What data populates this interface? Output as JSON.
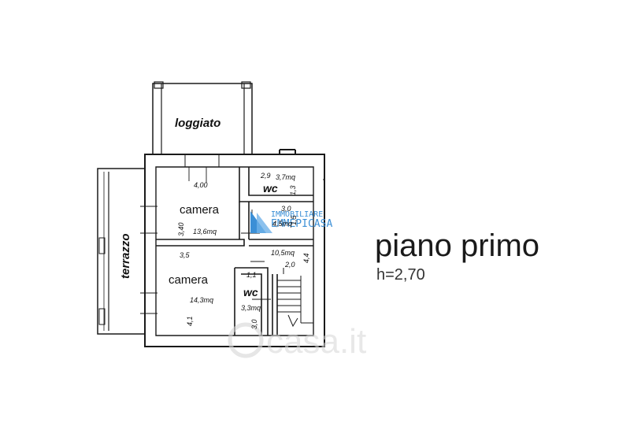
{
  "title": "piano primo",
  "height_label": "h=2,70",
  "brand": {
    "line1": "IMMOBILIARE",
    "line2": "EMMEPICASA",
    "color": "#3b8fd6"
  },
  "watermark": "casa.it",
  "areas": {
    "loggiato": "loggiato",
    "terrazzo": "terrazzo"
  },
  "rooms": {
    "camera1": {
      "label": "camera",
      "dim_top": "4,00",
      "dim_side": "3,40",
      "area": "13,6mq"
    },
    "camera2": {
      "label": "camera",
      "dim_top": "3,5",
      "dim_side": "4,1",
      "area": "14,3mq"
    },
    "wc1": {
      "label": "wc",
      "dim_a": "2,9",
      "dim_b": "1,3",
      "area": "3,7mq"
    },
    "wc2": {
      "label": "wc",
      "dim_a": "1,1",
      "dim_b": "3,0",
      "area": "3,3mq"
    },
    "disimpegno": {
      "dim_a": "3,0",
      "dim_b": "1,5",
      "area": "4,5mq"
    },
    "scala": {
      "dim_a": "2,0",
      "dim_b": "4,4",
      "area": "10,5mq"
    }
  }
}
